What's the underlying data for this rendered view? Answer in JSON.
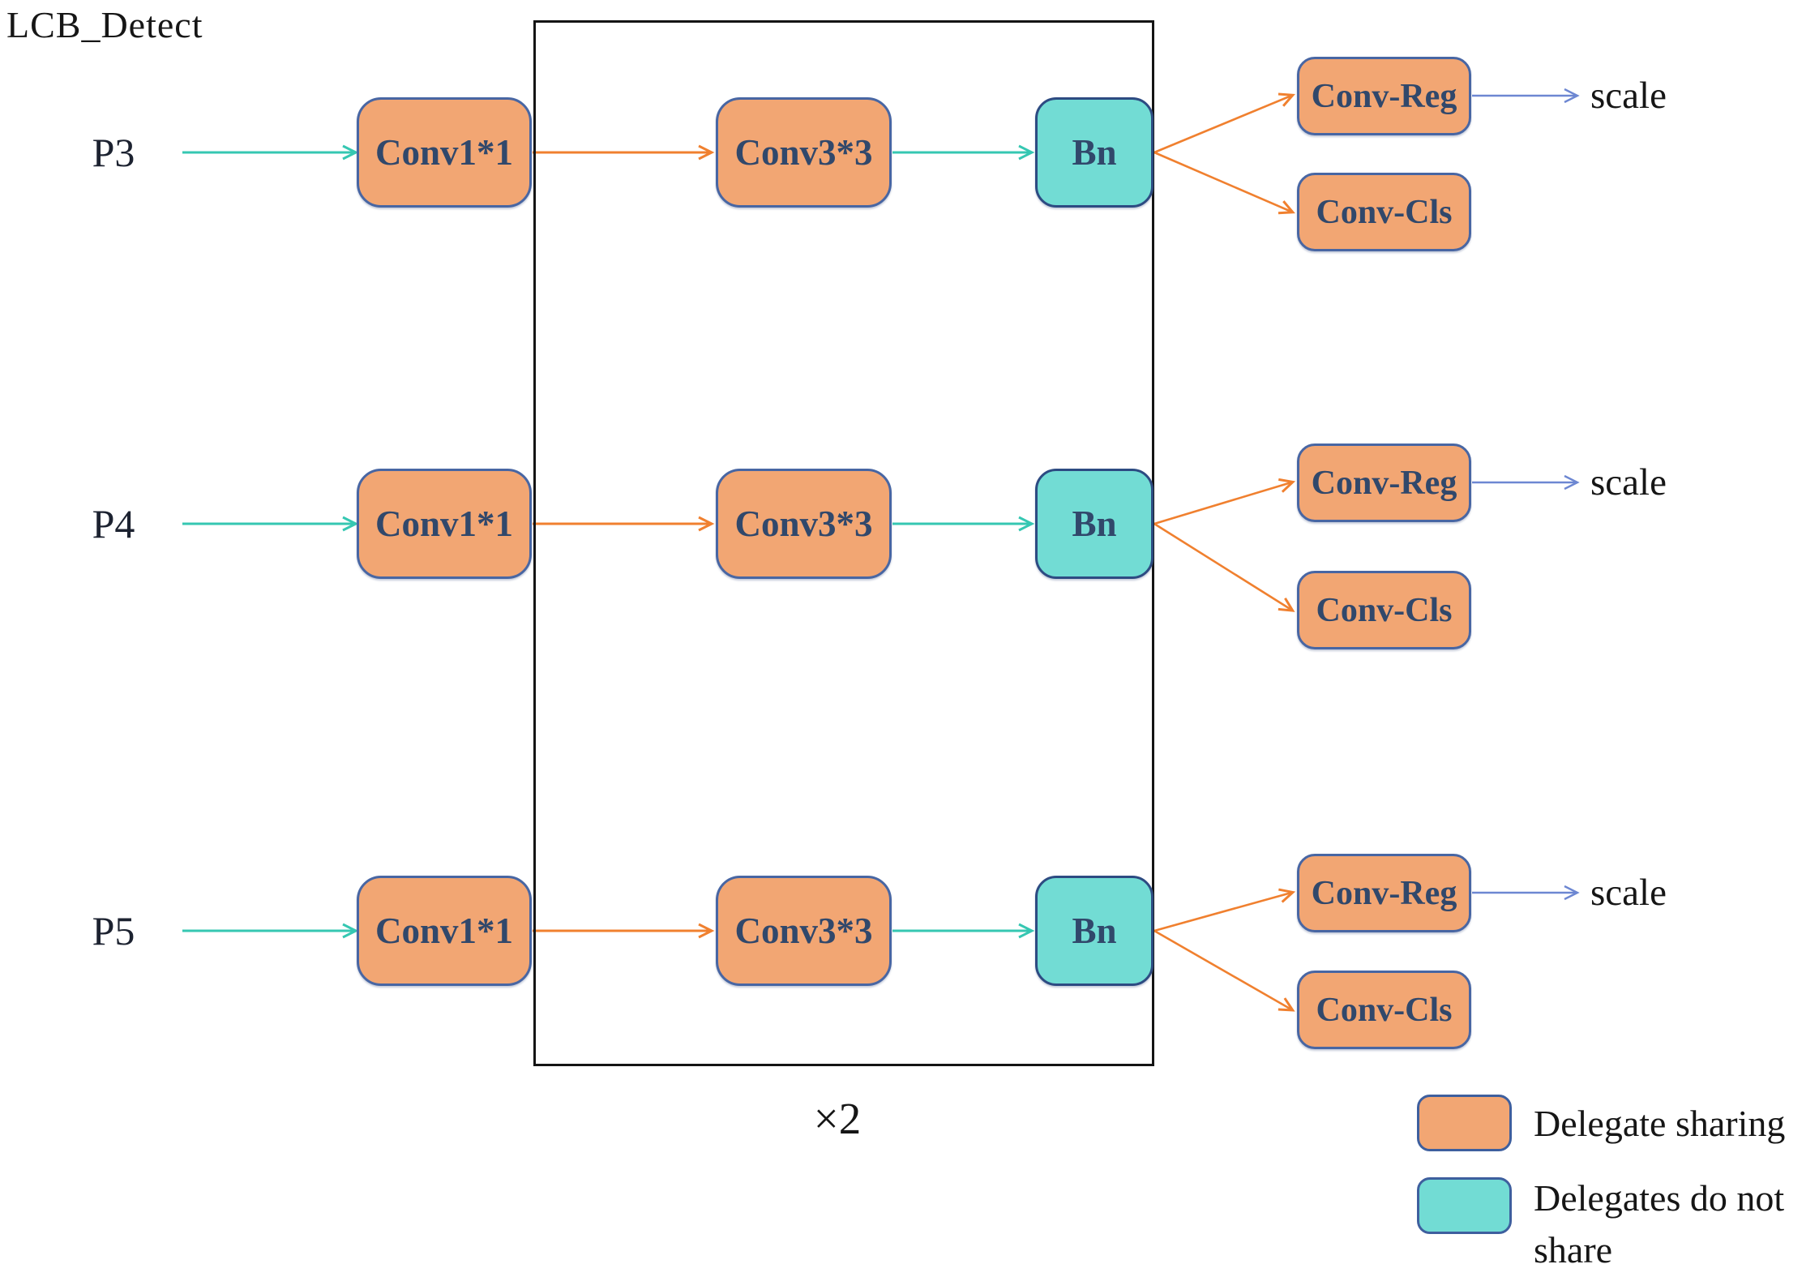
{
  "title": "LCB_Detect",
  "repeat_multiplier": "×2",
  "rows": [
    {
      "input_label": "P3",
      "conv1": "Conv1*1",
      "conv3": "Conv3*3",
      "bn": "Bn",
      "conv_reg": "Conv-Reg",
      "conv_cls": "Conv-Cls",
      "scale_label": "scale"
    },
    {
      "input_label": "P4",
      "conv1": "Conv1*1",
      "conv3": "Conv3*3",
      "bn": "Bn",
      "conv_reg": "Conv-Reg",
      "conv_cls": "Conv-Cls",
      "scale_label": "scale"
    },
    {
      "input_label": "P5",
      "conv1": "Conv1*1",
      "conv3": "Conv3*3",
      "bn": "Bn",
      "conv_reg": "Conv-Reg",
      "conv_cls": "Conv-Cls",
      "scale_label": "scale"
    }
  ],
  "legend": {
    "items": [
      {
        "label": "Delegate sharing",
        "swatch": "orange"
      },
      {
        "label": "Delegates do not share",
        "swatch": "teal"
      }
    ]
  },
  "colors": {
    "node_fill_shared": "#F2A673",
    "node_fill_not_shared": "#72DCD4",
    "node_border": "#4866A3",
    "bn_border": "#2D4B82",
    "arrow_teal": "#35C7B2",
    "arrow_orange": "#F0802F",
    "arrow_blue": "#6D87D2",
    "repeat_box_border": "#141414"
  }
}
